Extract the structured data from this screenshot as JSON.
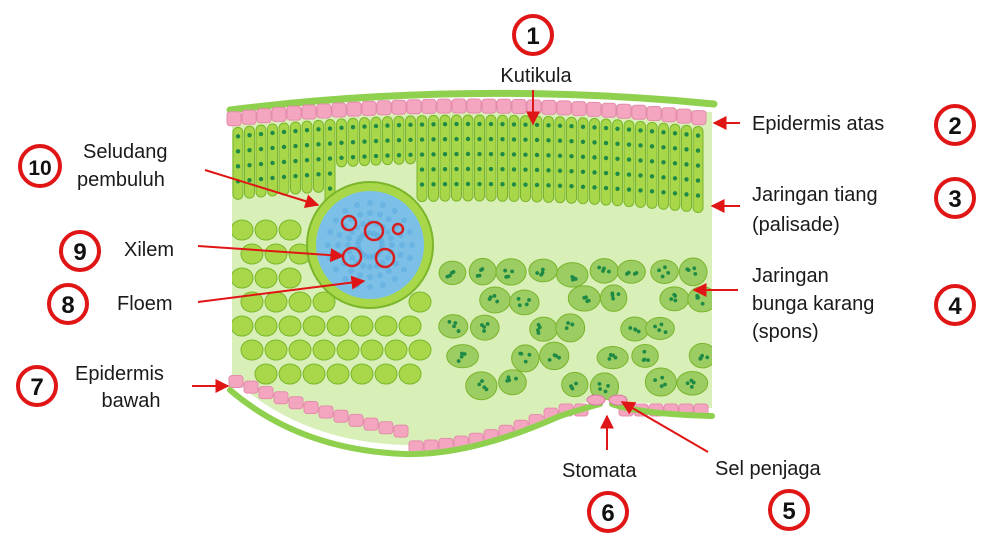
{
  "colors": {
    "cuticle": "#8fd14f",
    "epidermis": "#f4a6c0",
    "cell_fill": "#a8d84a",
    "cell_stroke": "#7ab52a",
    "spongy_fill": "#9ccd63",
    "chloroplast": "#1f8a45",
    "bundle": "#7cc0e8",
    "bundle_dot": "#5aa9dd",
    "xylem_ring": "#d62020",
    "badge_ring": "#e01515",
    "arrow": "#e01515"
  },
  "labels": [
    {
      "id": 1,
      "text": "Kutikula"
    },
    {
      "id": 2,
      "text": "Epidermis atas"
    },
    {
      "id": 3,
      "lines": [
        "Jaringan tiang",
        "(palisade)"
      ]
    },
    {
      "id": 4,
      "lines": [
        "Jaringan",
        "bunga karang",
        "(spons)"
      ]
    },
    {
      "id": 5,
      "text": "Sel penjaga"
    },
    {
      "id": 6,
      "text": "Stomata"
    },
    {
      "id": 7,
      "lines": [
        "Epidermis",
        "bawah"
      ]
    },
    {
      "id": 8,
      "text": "Floem"
    },
    {
      "id": 9,
      "text": "Xilem"
    },
    {
      "id": 10,
      "lines": [
        "Seludang",
        "pembuluh"
      ]
    }
  ],
  "badges": [
    "1",
    "2",
    "3",
    "4",
    "5",
    "6",
    "7",
    "8",
    "9",
    "10"
  ]
}
